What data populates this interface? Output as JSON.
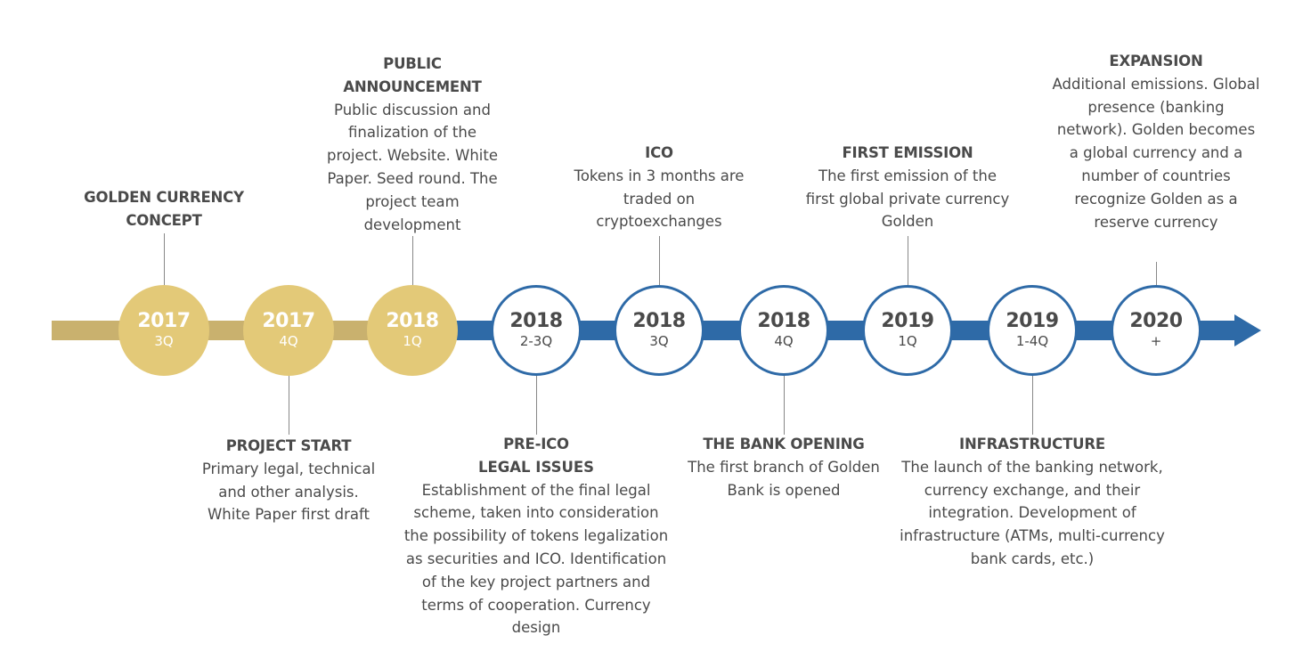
{
  "milestones": [
    {
      "year": "2017",
      "period": "3Q",
      "title": "GOLDEN CURRENCY CONCEPT",
      "description": ""
    },
    {
      "year": "2017",
      "period": "4Q",
      "title": "PROJECT START",
      "description": "Primary legal, technical and other analysis. White Paper first draft"
    },
    {
      "year": "2018",
      "period": "1Q",
      "title": "PUBLIC ANNOUNCEMENT",
      "description": "Public discussion and finalization of the project. Website. White Paper. Seed round. The project team development"
    },
    {
      "year": "2018",
      "period": "2-3Q",
      "title": "PRE-ICO",
      "subtitle": "LEGAL ISSUES",
      "description": "Establishment of the final legal scheme, taken into consideration the possibility of tokens legalization as securities and ICO. Identification of the key project partners and terms of cooperation. Currency design"
    },
    {
      "year": "2018",
      "period": "3Q",
      "title": "ICO",
      "description": "Tokens in 3 months are traded on cryptoexchanges"
    },
    {
      "year": "2018",
      "period": "4Q",
      "title": "THE BANK OPENING",
      "description": "The first branch of Golden Bank is opened"
    },
    {
      "year": "2019",
      "period": "1Q",
      "title": "FIRST EMISSION",
      "description": "The first emission of the first global private currency Golden"
    },
    {
      "year": "2019",
      "period": "1-4Q",
      "title": "INFRASTRUCTURE",
      "description": "The launch of the banking network, currency exchange, and their integration. Development of infrastructure (ATMs, multi-currency bank cards, etc.)"
    },
    {
      "year": "2020",
      "period": "+",
      "title": "EXPANSION",
      "description": "Additional emissions. Global presence (banking network). Golden becomes a global currency and a number of countries recognize Golden as a reserve currency"
    }
  ],
  "colors": {
    "gold": "#e3c978",
    "gold_bar": "#c9b16e",
    "blue": "#2e6aa7",
    "text": "#4a4a4a"
  }
}
